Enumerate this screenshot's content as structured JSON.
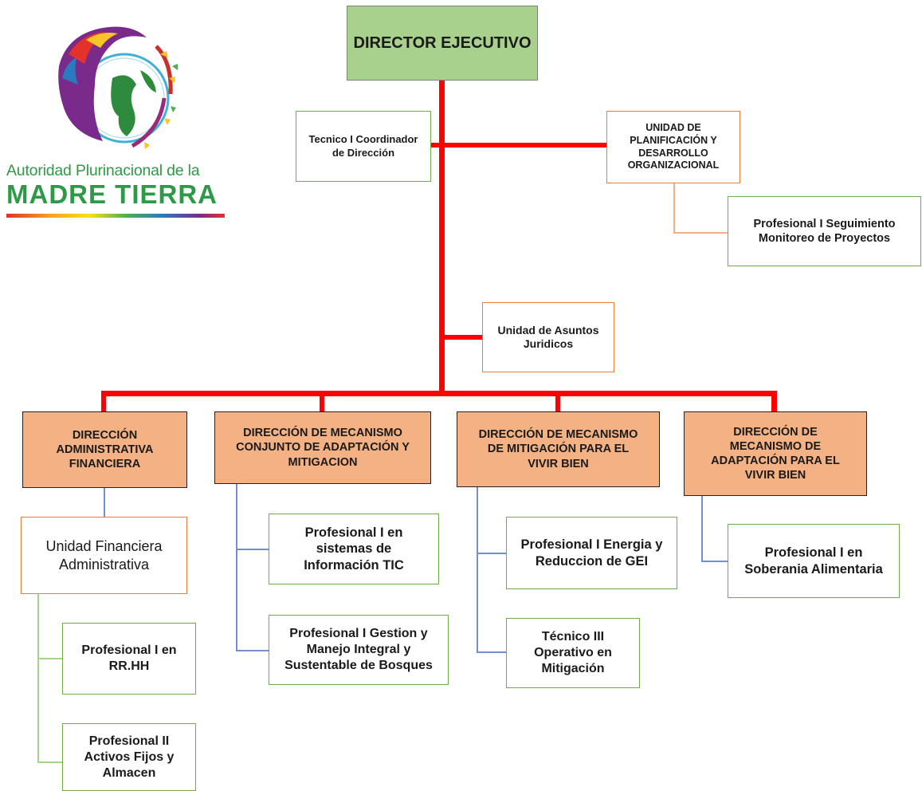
{
  "logo": {
    "line1": "Autoridad Plurinacional de la",
    "line2": "MADRE TIERRA"
  },
  "nodes": {
    "director": "DIRECTOR EJECUTIVO",
    "tecnico_coordinador": "Tecnico I Coordinador\nde Dirección",
    "unidad_planificacion": "UNIDAD DE\nPLANIFICACIÓN Y\nDESARROLLO\nORGANIZACIONAL",
    "prof_seguimiento": "Profesional I Seguimiento\nMonitoreo de Proyectos",
    "asuntos_juridicos": "Unidad de Asuntos\nJuridicos",
    "dir_admin": "DIRECCIÓN\nADMINISTRATIVA\nFINANCIERA",
    "dir_conjunto": "DIRECCIÓN DE MECANISMO\nCONJUNTO DE ADAPTACIÓN Y\nMITIGACION",
    "dir_mitigacion": "DIRECCIÓN DE MECANISMO\nDE MITIGACIÓN PARA EL\nVIVIR BIEN",
    "dir_adaptacion": "DIRECCIÓN DE\nMECANISMO DE\nADAPTACIÓN PARA EL\nVIVIR BIEN",
    "unidad_financiera": "Unidad Financiera\nAdministrativa",
    "prof_rrhh": "Profesional I en\nRR.HH",
    "prof_activos": "Profesional II\nActivos Fijos y\nAlmacen",
    "prof_tic": "Profesional I en\nsistemas de\nInformación TIC",
    "prof_bosques": "Profesional I Gestion y\nManejo Integral y\nSustentable de Bosques",
    "prof_energia": "Profesional I Energia y\nReduccion de GEI",
    "tecnico_mitigacion": "Técnico III\nOperativo en\nMitigación",
    "prof_soberania": "Profesional I en\nSoberania Alimentaria"
  },
  "colors": {
    "main_connector": "#ff0000",
    "director_fill": "#a9d18e",
    "direction_fill": "#f4b183",
    "unit_border": "#ed7d31",
    "staff_border": "#70ad47",
    "sub_connector": "#6f8fd1"
  }
}
